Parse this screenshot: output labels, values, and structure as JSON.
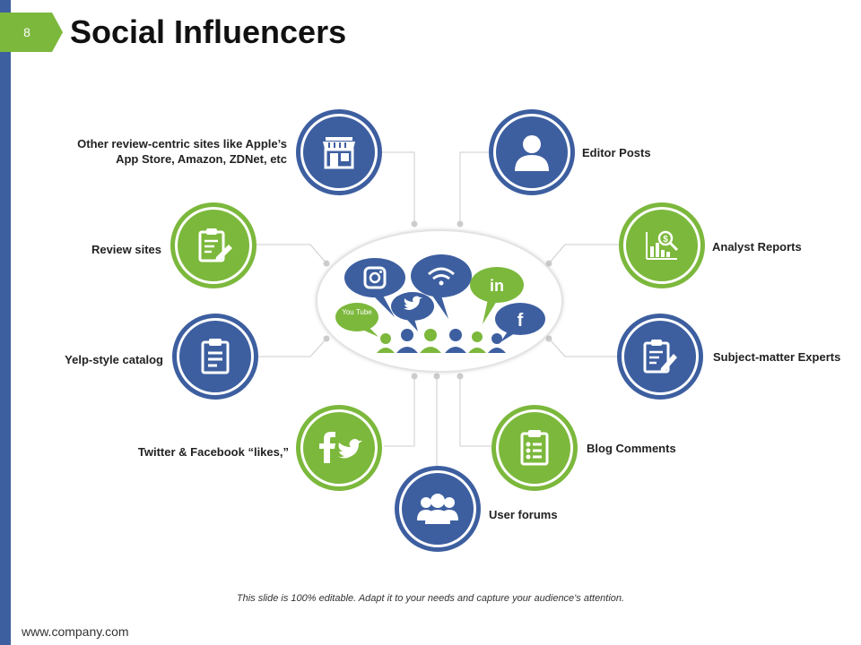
{
  "slide": {
    "page_number": "8",
    "title": "Social Influencers",
    "footnote": "This slide is 100% editable. Adapt it to your needs and capture your audience's attention.",
    "website": "www.company.com"
  },
  "colors": {
    "blue": "#3d5fa0",
    "green": "#7cb83c",
    "connector": "#cccccc"
  },
  "items": [
    {
      "label": "Other review-centric sites like Apple’s App Store, Amazon, ZDNet, etc",
      "line1": "Other review-centric sites like Apple’s",
      "line2": "App Store, Amazon, ZDNet, etc",
      "icon": "store-icon",
      "color": "blue"
    },
    {
      "label": "Review sites",
      "icon": "clipboard-pencil-icon",
      "color": "green"
    },
    {
      "label": "Yelp-style catalog",
      "icon": "clipboard-list-icon",
      "color": "blue"
    },
    {
      "label": "Twitter & Facebook “likes,”",
      "icon": "facebook-twitter-icon",
      "color": "green"
    },
    {
      "label": "User forums",
      "icon": "group-users-icon",
      "color": "blue"
    },
    {
      "label": "Blog Comments",
      "icon": "checklist-icon",
      "color": "green"
    },
    {
      "label": "Subject-matter Experts",
      "icon": "document-pen-icon",
      "color": "blue"
    },
    {
      "label": "Analyst Reports",
      "icon": "chart-magnifier-icon",
      "color": "green"
    },
    {
      "label": "Editor Posts",
      "icon": "user-icon",
      "color": "blue"
    }
  ],
  "hub": {
    "icons": [
      "youtube-icon",
      "instagram-icon",
      "twitter-icon",
      "wifi-icon",
      "linkedin-icon",
      "facebook-icon",
      "people-crowd-icon"
    ],
    "youtube_text": "You Tube"
  }
}
